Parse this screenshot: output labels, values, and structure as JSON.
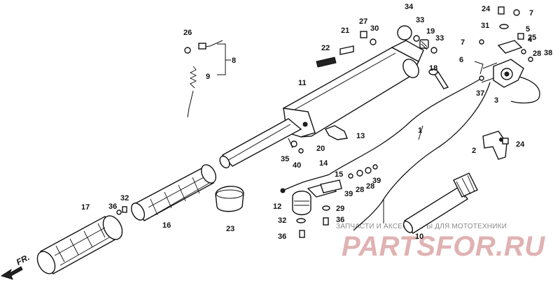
{
  "diagram": {
    "callouts": [
      "1",
      "2",
      "3",
      "4",
      "5",
      "6",
      "7",
      "7",
      "8",
      "9",
      "10",
      "11",
      "12",
      "13",
      "14",
      "15",
      "16",
      "17",
      "18",
      "19",
      "20",
      "21",
      "22",
      "23",
      "24",
      "24",
      "25",
      "26",
      "27",
      "28",
      "28",
      "28",
      "29",
      "30",
      "31",
      "32",
      "32",
      "33",
      "33",
      "34",
      "35",
      "36",
      "36",
      "36",
      "37",
      "38",
      "39",
      "39",
      "40"
    ],
    "front_marker": "FR."
  },
  "watermark": {
    "subtitle": "ЗАПЧАСТИ И АКСЕССУАРЫ ДЛЯ МОТОТЕХНИКИ",
    "logo": "PARTSFOR.RU"
  }
}
